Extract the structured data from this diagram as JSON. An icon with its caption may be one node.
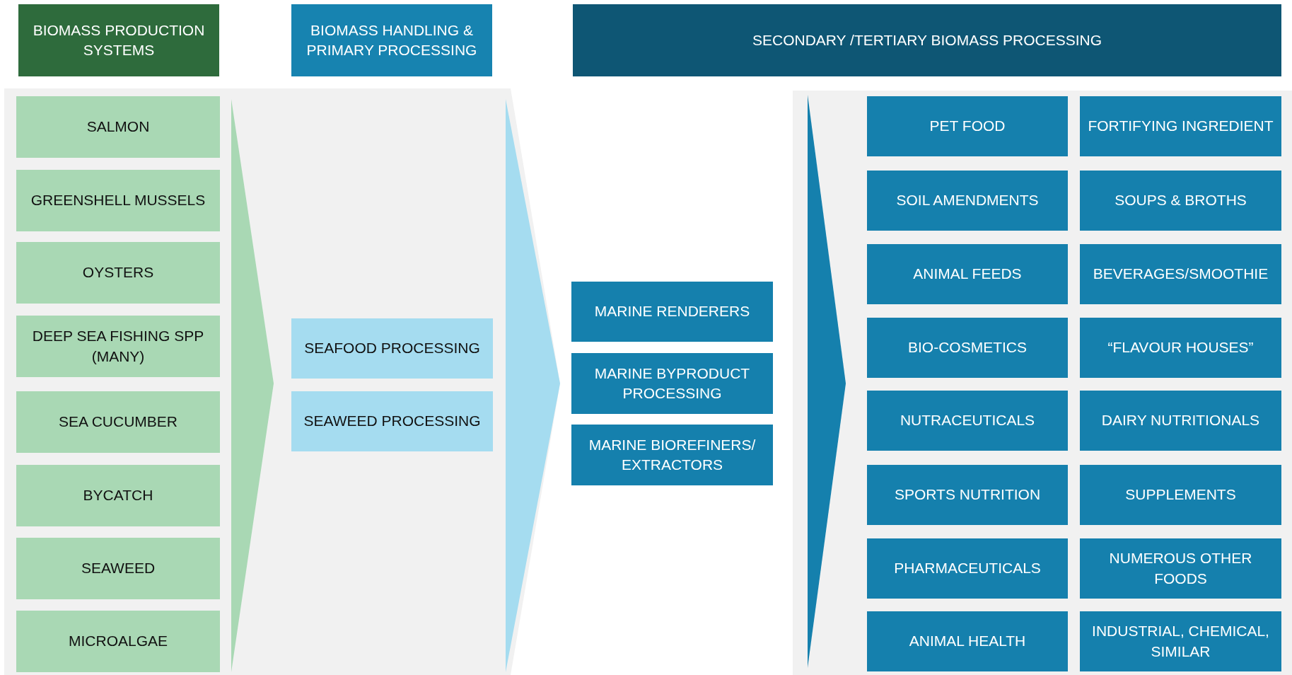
{
  "diagram": {
    "nodes": [
      {
        "text": [
          "BIOMASS PRODUCTION SYSTEMS"
        ]
      },
      {
        "text": [
          "BIOMASS HANDLING & PRIMARY PROCESSING"
        ]
      },
      {
        "text": [
          "SECONDARY /TERTIARY BIOMASS PROCESSING"
        ]
      },
      {
        "text": [
          "SALMON"
        ]
      },
      {
        "text": [
          "GREENSHELL MUSSELS"
        ]
      },
      {
        "text": [
          "OYSTERS"
        ]
      },
      {
        "text": [
          "DEEP SEA FISHING SPP (MANY)"
        ]
      },
      {
        "text": [
          "SEA CUCUMBER"
        ]
      },
      {
        "text": [
          "BYCATCH"
        ]
      },
      {
        "text": [
          "SEAWEED"
        ]
      },
      {
        "text": [
          "MICROALGAE"
        ]
      },
      {
        "text": [
          "SEAFOOD PROCESSING"
        ]
      },
      {
        "text": [
          "SEAWEED PROCESSING"
        ]
      },
      {
        "text": [
          "MARINE RENDERERS"
        ]
      },
      {
        "text": [
          "MARINE BYPRODUCT PROCESSING"
        ]
      },
      {
        "text": [
          "MARINE BIOREFINERS/ EXTRACTORS"
        ]
      },
      {
        "text": [
          "PET FOOD"
        ]
      },
      {
        "text": [
          "FORTIFYING INGREDIENT"
        ]
      },
      {
        "text": [
          "SOIL AMENDMENTS"
        ]
      },
      {
        "text": [
          "SOUPS & BROTHS"
        ]
      },
      {
        "text": [
          "ANIMAL FEEDS"
        ]
      },
      {
        "text": [
          "BEVERAGES/SMOOTHIE"
        ]
      },
      {
        "text": [
          "BIO-COSMETICS"
        ]
      },
      {
        "text": [
          "“FLAVOUR HOUSES”"
        ]
      },
      {
        "text": [
          "NUTRACEUTICALS"
        ]
      },
      {
        "text": [
          "DAIRY NUTRITIONALS"
        ]
      },
      {
        "text": [
          "SPORTS NUTRITION"
        ]
      },
      {
        "text": [
          "SUPPLEMENTS"
        ]
      },
      {
        "text": [
          "PHARMACEUTICALS"
        ]
      },
      {
        "text": [
          "NUMEROUS OTHER FOODS"
        ]
      },
      {
        "text": [
          "ANIMAL HEALTH"
        ]
      },
      {
        "text": [
          "INDUSTRIAL, CHEMICAL, SIMILAR"
        ]
      }
    ],
    "edges": []
  }
}
